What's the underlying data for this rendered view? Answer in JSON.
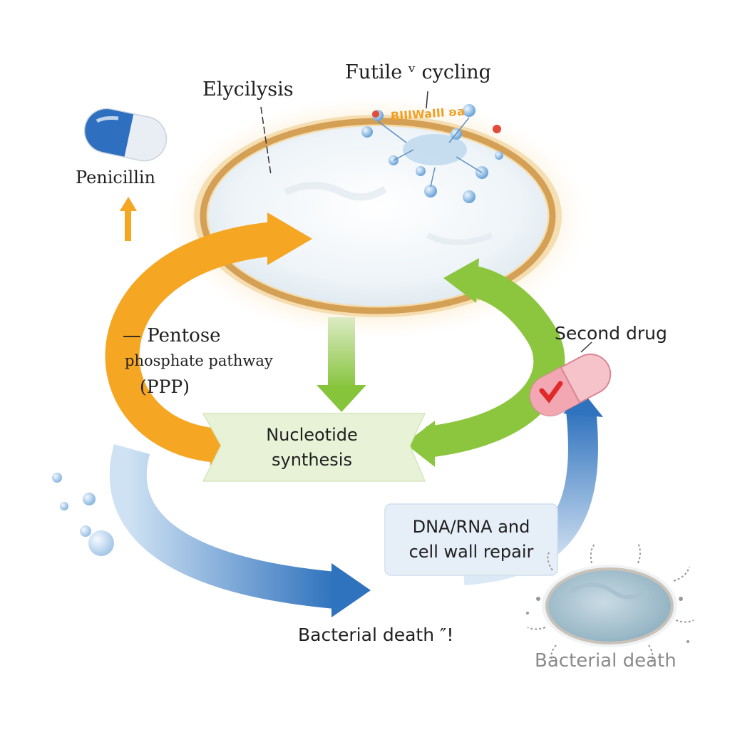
{
  "labels": {
    "glycolysis": "Elycilysis",
    "futile_cycling": "Futile ᵛ cycling",
    "membrane_text": "ɃIIIWaIII ʚa",
    "penicillin": "Penicillin",
    "pentose_line1": "— Pentose",
    "pentose_line2": "phosphate pathway",
    "pentose_line3": "(PPP)",
    "second_drug": "Second drug",
    "nucleotide_line1": "Nucleotide",
    "nucleotide_line2": "synthesis",
    "repair_line1": "DNA/RNA and",
    "repair_line2": "cell wall repair",
    "bacterial_death_main": "Bacterial death ″!",
    "bacterial_death_side": "Bacterial death"
  },
  "icons": {
    "penicillin_capsule": "capsule-icon",
    "second_drug_capsule": "capsule-icon",
    "dead_bacterium": "bacterium-icon"
  },
  "colors": {
    "orange_arrow": "#F5A623",
    "green_arrow": "#8CC63F",
    "blue_arrow": "#3A7CC3",
    "cell_membrane": "#D9A55A",
    "nucleotide_box": "#E8F2D6",
    "repair_box": "#E6EEF8",
    "penicillin_blue": "#2E6FC0",
    "drug_pink": "#F2A7B3"
  }
}
